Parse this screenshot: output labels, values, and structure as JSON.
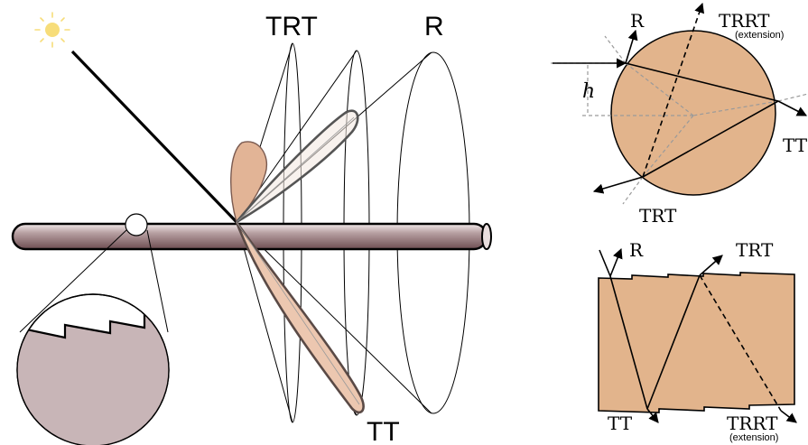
{
  "main_figure": {
    "labels": {
      "trt": "TRT",
      "r": "R",
      "tt": "TT"
    },
    "colors": {
      "lobe_fill": "#e2b496",
      "lobe_fill_light": "#ecc7b0",
      "fiber_dark": "#7a5a5e",
      "fiber_light": "#d6c6c7",
      "cuticle_fill": "#c8b5b7",
      "sun": "#f7dd7a"
    }
  },
  "cross_section": {
    "labels": {
      "r": "R",
      "trrt": "TRRT",
      "trrt_note": "(extension)",
      "h": "h",
      "tt": "TT",
      "trt": "TRT"
    },
    "colors": {
      "fill": "#e2b48c",
      "guide": "#9a9a9a"
    }
  },
  "longitudinal_section": {
    "labels": {
      "r": "R",
      "trt": "TRT",
      "tt": "TT",
      "trrt": "TRRT",
      "trrt_note": "(extension)"
    },
    "colors": {
      "fill": "#e2b48c"
    }
  }
}
